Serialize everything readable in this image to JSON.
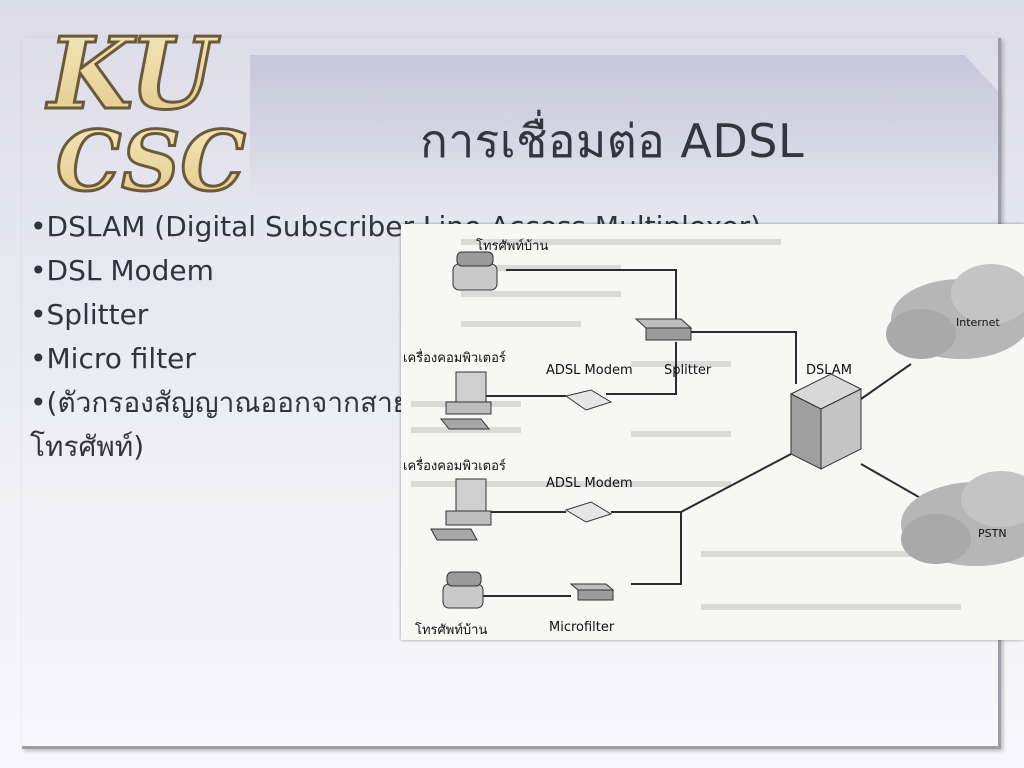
{
  "slide": {
    "logo_line1": "KU",
    "logo_line2": "CSC",
    "title": "การเชื่อมต่อ ADSL",
    "bullets": [
      "•DSLAM (Digital Subscriber Line Access Multiplexer)",
      "•DSL Modem",
      "•Splitter",
      "•Micro filter",
      "•(ตัวกรองสัญญาณออกจากสายโทรศัพท์)"
    ]
  },
  "diagram": {
    "phone_top": "โทรศัพท์บ้าน",
    "computer_1": "เครื่องคอมพิวเตอร์",
    "modem_1": "ADSL Modem",
    "splitter": "Splitter",
    "dslam": "DSLAM",
    "internet": "Internet",
    "computer_2": "เครื่องคอมพิวเตอร์",
    "modem_2": "ADSL Modem",
    "pstn": "PSTN",
    "phone_bottom": "โทรศัพท์บ้าน",
    "microfilter": "Microfilter"
  }
}
